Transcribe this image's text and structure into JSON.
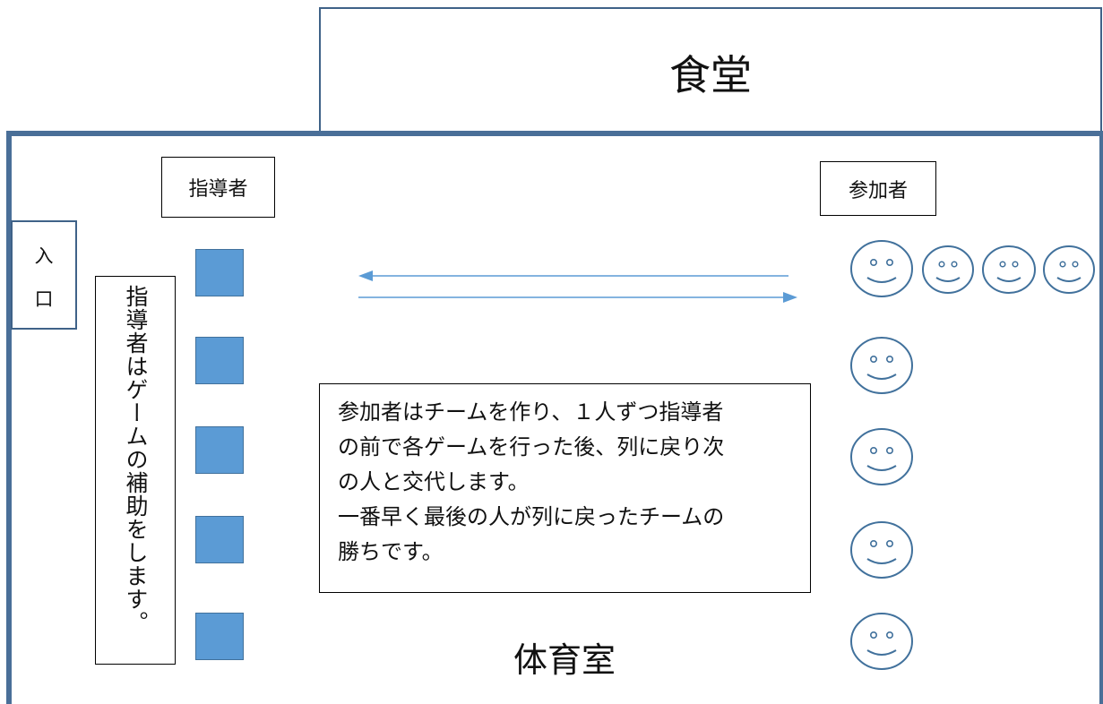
{
  "cafeteria": {
    "label": "食堂"
  },
  "gym": {
    "label": "体育室"
  },
  "entrance": {
    "label_top": "入",
    "label_bottom": "口"
  },
  "instructor_box": {
    "label": "指導者"
  },
  "participant_box": {
    "label": "参加者"
  },
  "vertical_note": {
    "text": "指導者はゲームの補助をします。"
  },
  "rules": {
    "lines": [
      "参加者はチームを作り、１人ずつ指導者",
      "の前で各ゲームを行った後、列に戻り次",
      "の人と交代します。",
      "一番早く最後の人が列に戻ったチームの",
      "勝ちです。"
    ]
  },
  "colors": {
    "wall": "#4a6f98",
    "station_fill": "#5b9bd5",
    "arrow": "#5b9bd5",
    "smiley_stroke": "#41719c"
  },
  "station_count": 5,
  "participants": {
    "front_row_count": 4,
    "column_count": 4
  }
}
